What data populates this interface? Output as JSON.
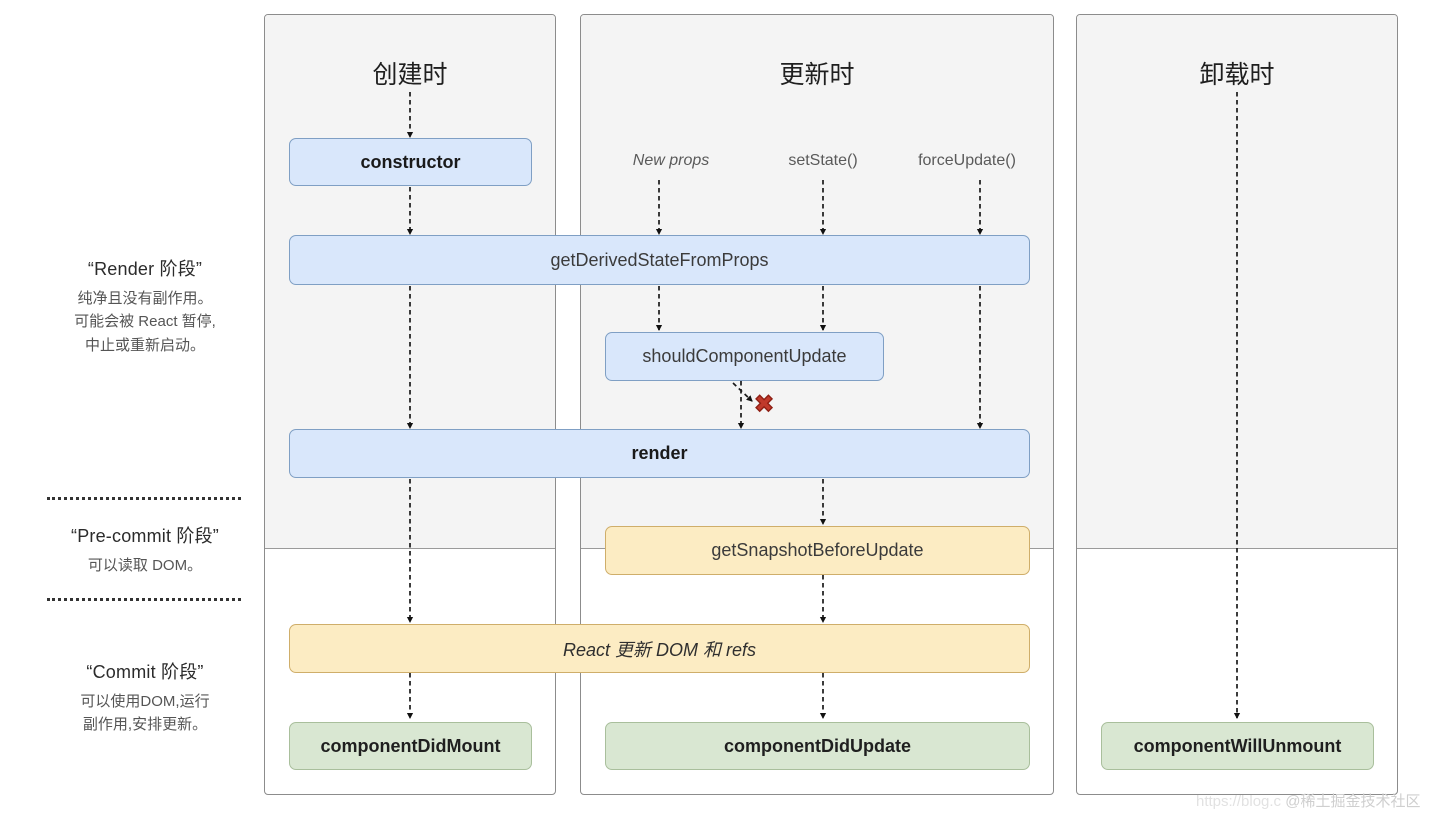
{
  "diagram": {
    "title_columns": [
      {
        "id": "mount",
        "label": "创建时"
      },
      {
        "id": "update",
        "label": "更新时"
      },
      {
        "id": "unmount",
        "label": "卸载时"
      }
    ],
    "phases": [
      {
        "id": "render",
        "title": "“Render 阶段”",
        "desc_lines": [
          "纯净且没有副作用。",
          "可能会被 React 暂停,",
          "中止或重新启动。"
        ]
      },
      {
        "id": "pre-commit",
        "title": "“Pre-commit 阶段”",
        "desc_lines": [
          "可以读取 DOM。"
        ]
      },
      {
        "id": "commit",
        "title": "“Commit 阶段”",
        "desc_lines": [
          "可以使用DOM,运行",
          "副作用,安排更新。"
        ]
      }
    ],
    "triggers": [
      {
        "id": "new-props",
        "label": "New props",
        "style": "italic"
      },
      {
        "id": "set-state",
        "label": "setState()",
        "style": "normal"
      },
      {
        "id": "force-update",
        "label": "forceUpdate()",
        "style": "normal"
      }
    ],
    "boxes": [
      {
        "id": "constructor",
        "label": "constructor",
        "color": "blue",
        "text": "bold"
      },
      {
        "id": "get-derived-state",
        "label": "getDerivedStateFromProps",
        "color": "blue",
        "text": "plain"
      },
      {
        "id": "should-component-update",
        "label": "shouldComponentUpdate",
        "color": "blue",
        "text": "plain"
      },
      {
        "id": "render",
        "label": "render",
        "color": "blue",
        "text": "bold"
      },
      {
        "id": "get-snapshot",
        "label": "getSnapshotBeforeUpdate",
        "color": "yellow",
        "text": "plain"
      },
      {
        "id": "react-updates-dom",
        "label": "React 更新 DOM 和 refs",
        "color": "yellow",
        "text": "italic"
      },
      {
        "id": "component-did-mount",
        "label": "componentDidMount",
        "color": "green",
        "text": "green"
      },
      {
        "id": "component-did-update",
        "label": "componentDidUpdate",
        "color": "green",
        "text": "green"
      },
      {
        "id": "component-will-unmount",
        "label": "componentWillUnmount",
        "color": "green",
        "text": "green"
      }
    ],
    "markers": [
      {
        "id": "skip-render-cross",
        "glyph": "✖",
        "color": "#c0392b",
        "meaning": "shouldComponentUpdate-false-skips-render"
      }
    ],
    "colors": {
      "blue_fill": "#d9e7fb",
      "blue_stroke": "#7f9fc4",
      "yellow_fill": "#fcecc3",
      "yellow_stroke": "#cfae6a",
      "green_fill": "#d9e7d2",
      "green_stroke": "#a9bf9c",
      "panel_upper": "#f4f4f4",
      "panel_stroke": "#8c8c8c",
      "cross_red": "#c0392b"
    }
  },
  "watermark": {
    "url_text": "https://blog.c",
    "handle": "@稀土掘金技术社区"
  }
}
